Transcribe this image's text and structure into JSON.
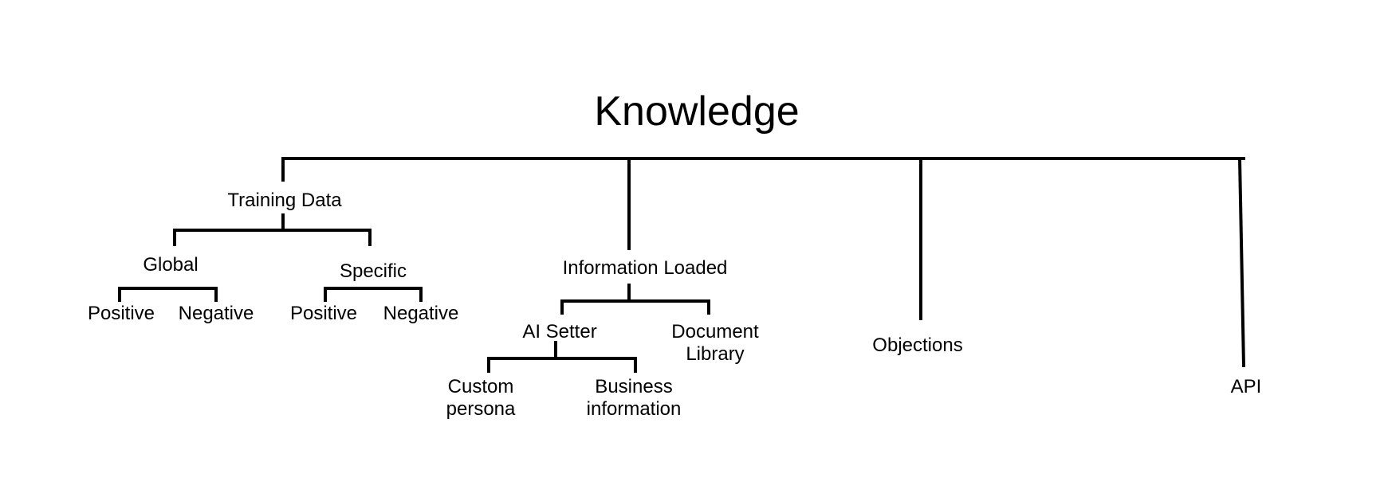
{
  "diagram": {
    "title": "Knowledge",
    "training_data": "Training Data",
    "global": "Global",
    "global_positive": "Positive",
    "global_negative": "Negative",
    "specific": "Specific",
    "specific_positive": "Positive",
    "specific_negative": "Negative",
    "information_loaded": "Information Loaded",
    "ai_setter": "AI Setter",
    "document_library": "Document\nLibrary",
    "custom_persona": "Custom\npersona",
    "business_information": "Business\ninformation",
    "objections": "Objections",
    "api": "API"
  },
  "colors": {
    "line": "#000000",
    "text": "#000000",
    "background": "#ffffff"
  }
}
